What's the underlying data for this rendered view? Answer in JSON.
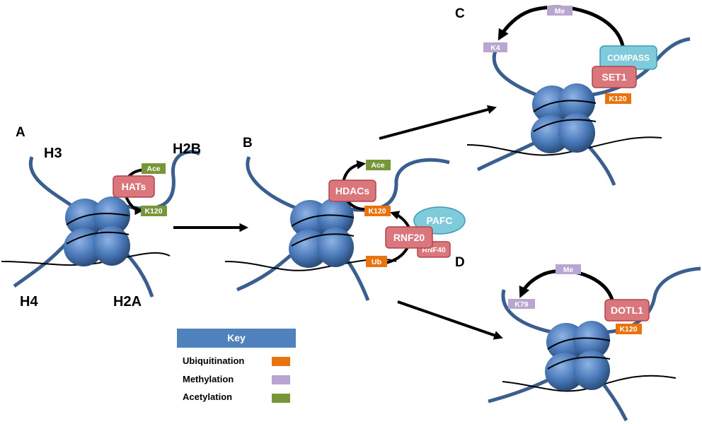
{
  "panels": {
    "a": "A",
    "b": "B",
    "c": "C",
    "d": "D"
  },
  "histones": {
    "h3": "H3",
    "h2b": "H2B",
    "h4": "H4",
    "h2a": "H2A"
  },
  "enzymes": {
    "hats": "HATs",
    "hdacs": "HDACs",
    "rnf20": "RNF20",
    "rnf40": "RNF40",
    "pafc": "PAFC",
    "compass": "COMPASS",
    "set1": "SET1",
    "dotl1": "DOTL1"
  },
  "tags": {
    "ace": "Ace",
    "k120": "K120",
    "ub": "Ub",
    "me": "Me",
    "k4": "K4",
    "k79": "K79"
  },
  "key": {
    "title": "Key",
    "items": [
      {
        "label": "Ubiquitination",
        "color": "#e8730f"
      },
      {
        "label": "Methylation",
        "color": "#b9a6d0"
      },
      {
        "label": "Acetylation",
        "color": "#77963a"
      }
    ]
  },
  "colors": {
    "ubiquitination": "#e8730f",
    "methylation": "#b9a6d0",
    "acetylation": "#77963a",
    "enzyme_fill": "#d9777c",
    "enzyme_stroke": "#b0454c",
    "complex_fill": "#7fcbdc",
    "histone_blue": "#4a79b8",
    "key_header": "#4f81bd"
  }
}
